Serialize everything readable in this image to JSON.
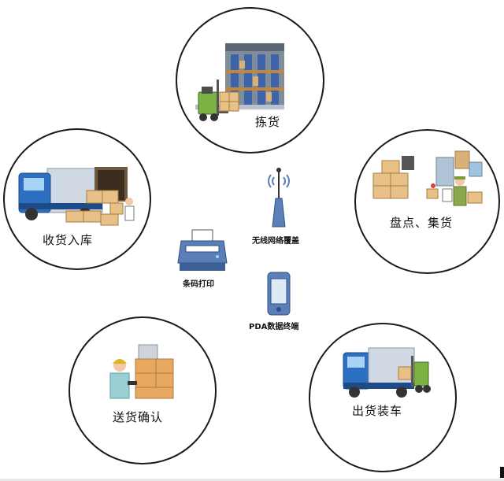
{
  "nodes": {
    "picking": "拣货",
    "receiving": "收货入库",
    "inventory": "盘点、集货",
    "delivery_confirm": "送货确认",
    "shipping": "出货装车"
  },
  "center": {
    "wireless": "无线网络覆盖",
    "barcode_print": "条码打印",
    "pda": "PDA数据终端"
  },
  "icons": {
    "picking": "warehouse-forklift-icon",
    "receiving": "delivery-truck-icon",
    "inventory": "worker-inventory-icon",
    "delivery_confirm": "worker-scanner-icon",
    "shipping": "truck-loading-icon",
    "wireless": "wireless-antenna-icon",
    "barcode_print": "barcode-printer-icon",
    "pda": "pda-device-icon"
  },
  "colors": {
    "truck_blue": "#2d6fc0",
    "box_tan": "#e8c188",
    "forklift_green": "#7cb342",
    "device_blue": "#5b7fb8"
  }
}
